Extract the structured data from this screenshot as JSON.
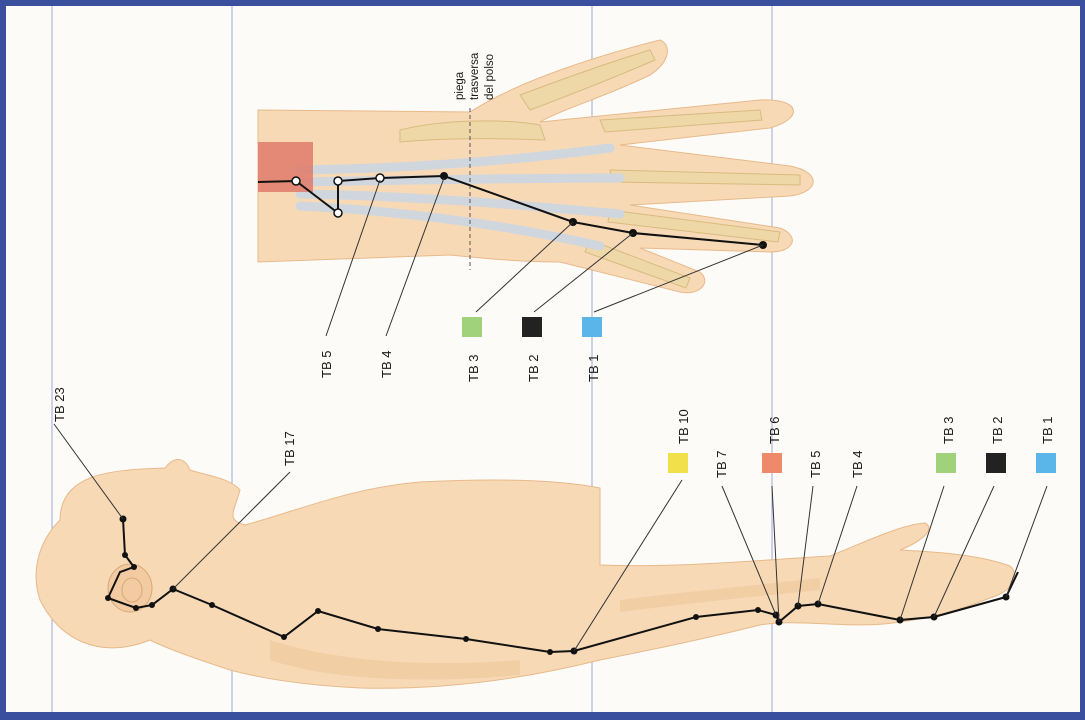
{
  "colors": {
    "frame": "#3a4f9e",
    "background": "#fdfbf7",
    "skin": "#f7d9b6",
    "skin_shadow": "#efc69a",
    "bone": "#eed8a8",
    "tendon": "#d8dde3",
    "muscle": "#e07a6a",
    "meridian_line": "#111111",
    "marker_green": "#9fd27a",
    "marker_black": "#222222",
    "marker_blue": "#5ab6e8",
    "marker_yellow": "#f1e04a",
    "marker_salmon": "#ee8a6a",
    "guide_lines": "#9ea9d6"
  },
  "annotation": {
    "line1": "piega",
    "line2": "trasversa",
    "line3": "del polso"
  },
  "hand_labels": {
    "tb5": "TB 5",
    "tb4": "TB 4",
    "tb3": "TB 3",
    "tb2": "TB 2",
    "tb1": "TB 1"
  },
  "body_labels": {
    "tb23": "TB 23",
    "tb17": "TB 17",
    "tb10": "TB 10",
    "tb7": "TB 7",
    "tb6": "TB 6",
    "tb5": "TB 5",
    "tb4": "TB 4",
    "tb3": "TB 3",
    "tb2": "TB 2",
    "tb1": "TB 1"
  },
  "legend_markers": {
    "hand": [
      "green",
      "black",
      "blue"
    ],
    "body": [
      "yellow",
      "salmon",
      "green",
      "black",
      "blue"
    ]
  }
}
